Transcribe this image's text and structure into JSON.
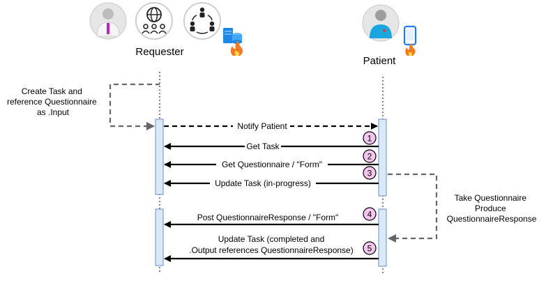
{
  "actors": {
    "requester": {
      "label": "Requester",
      "icons": [
        "doctor-avatar-icon",
        "globe-network-icon",
        "team-cycle-icon",
        "fhir-server-icon"
      ]
    },
    "patient": {
      "label": "Patient",
      "icons": [
        "patient-avatar-icon",
        "smartphone-fhir-icon"
      ]
    }
  },
  "notes": {
    "create_task": [
      "Create Task and",
      "reference Questionnaire",
      "as .Input"
    ],
    "take_questionnaire": [
      "Take Questionnaire",
      "Produce",
      "QuestionnaireResponse"
    ]
  },
  "messages": [
    {
      "label": "Notify Patient",
      "step": ""
    },
    {
      "label": "Get Task",
      "step": "1"
    },
    {
      "label": "Get Questionnaire / \"Form\"",
      "step": "2"
    },
    {
      "label": "Update Task (in-progress)",
      "step": "3"
    },
    {
      "label": "Post QuestionnaireResponse / \"Form\"",
      "step": "4"
    },
    {
      "label": "Update Task (completed and",
      "label2": ".Output references QuestionnaireResponse)",
      "step": "5"
    }
  ],
  "colors": {
    "activation_fill": "#dae8fc",
    "activation_stroke": "#6c8ebf",
    "step_badge_fill": "#f5c6ee",
    "dashed_note_arrow": "#666666",
    "message_line": "#000000",
    "avatar_bg": "#e6e6e6",
    "doctor_coat": "#f0f0f0",
    "doctor_tie": "#c21fbd",
    "patient_shirt": "#1aa7e0",
    "phone_blue": "#1d7cf2",
    "fire_orange": "#f47a1f",
    "server_blue": "#1e88e5"
  }
}
